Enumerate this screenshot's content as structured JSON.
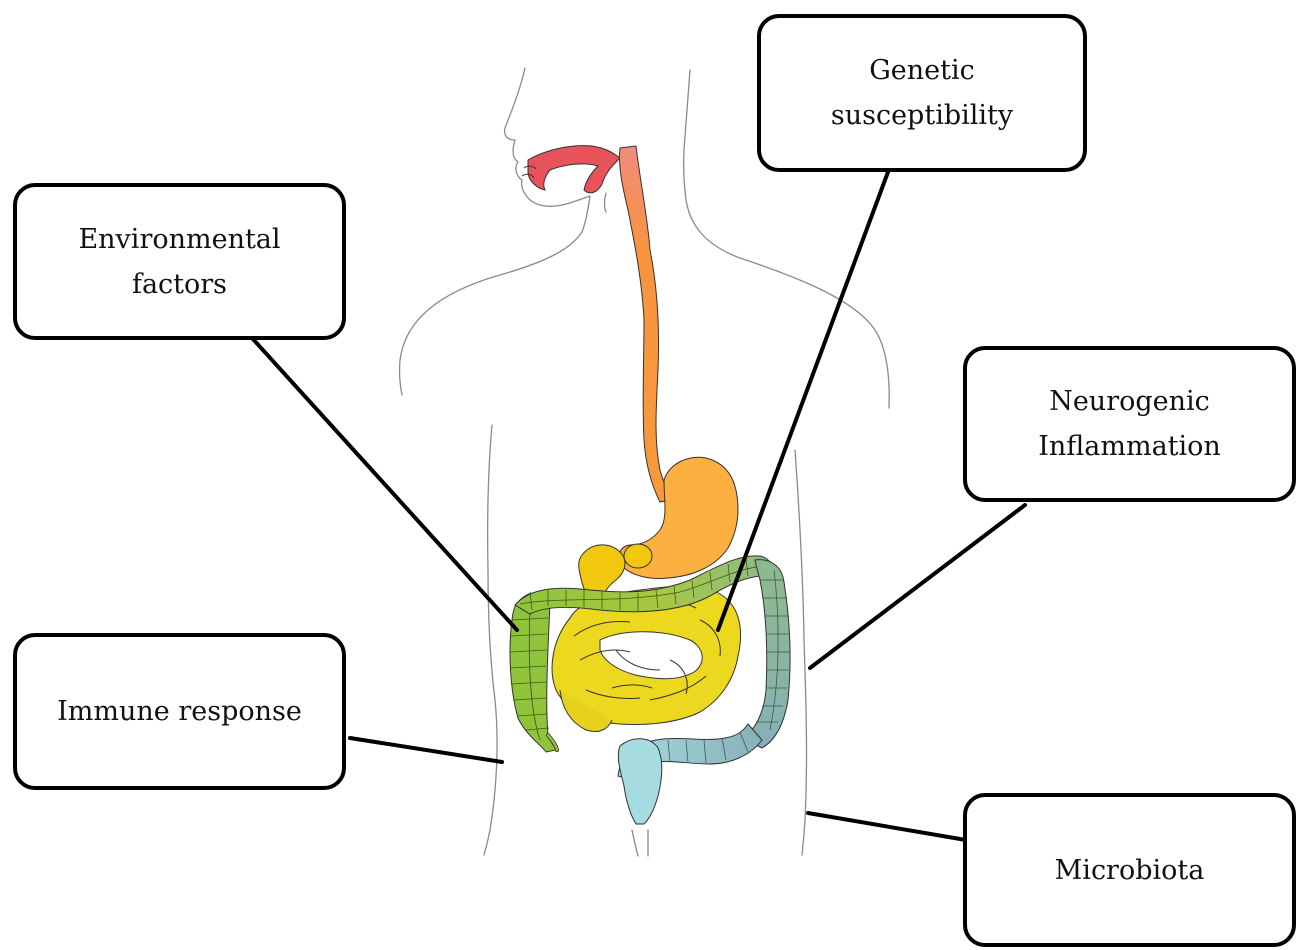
{
  "labels": {
    "genetic": "Genetic\nsusceptibility",
    "environmental": "Environmental\nfactors",
    "neurogenic": "Neurogenic\nInflammation",
    "immune": "Immune response",
    "microbiota": "Microbiota"
  },
  "colors": {
    "outline": "#000000",
    "body_outline": "#8a8a8a",
    "mouth": "#e8525a",
    "pharynx": "#f28b7c",
    "esophagus": "#f8943e",
    "stomach": "#fbb040",
    "duodenum": "#f2c80f",
    "small_intestine": "#ecd81e",
    "ascending_colon": "#8fc33a",
    "transverse_colon": "#9ccc3a",
    "descending_colon": "#93b585",
    "sigmoid_colon": "#9fc7c2",
    "rectum": "#a6dbe0"
  }
}
